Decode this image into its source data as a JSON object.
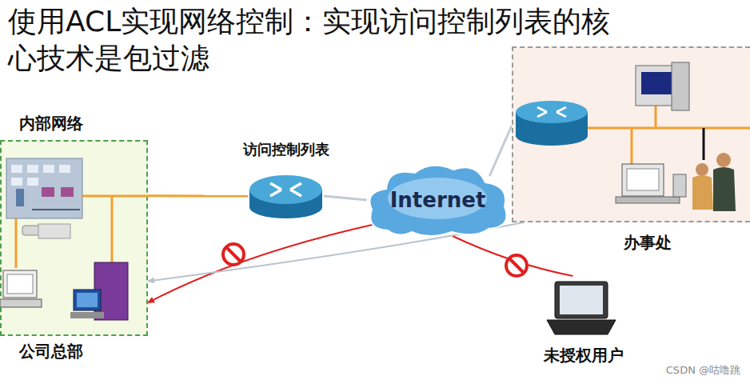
{
  "diagram": {
    "title": "使用ACL实现网络控制：实现访问控制列表的核心技术是包过滤",
    "nodes": [
      {
        "text": [
          "内部网络",
          "公司总部"
        ]
      },
      {
        "text": [
          "访问控制列表"
        ]
      },
      {
        "text": [
          "Internet"
        ]
      },
      {
        "text": [
          "办事处"
        ]
      },
      {
        "text": [
          "未授权用户"
        ]
      }
    ],
    "edges": [
      {
        "from": 0,
        "to": 1,
        "arrow": "none"
      },
      {
        "from": 1,
        "to": 2,
        "arrow": "none"
      },
      {
        "from": 2,
        "to": 3,
        "arrow": "none"
      },
      {
        "from": 4,
        "to": 2,
        "arrow": "none"
      },
      {
        "from": 2,
        "to": 0,
        "arrow": "to"
      },
      {
        "from": 3,
        "to": 0,
        "arrow": "to"
      }
    ],
    "labels": [
      "CSDN @咕噜跳"
    ]
  }
}
